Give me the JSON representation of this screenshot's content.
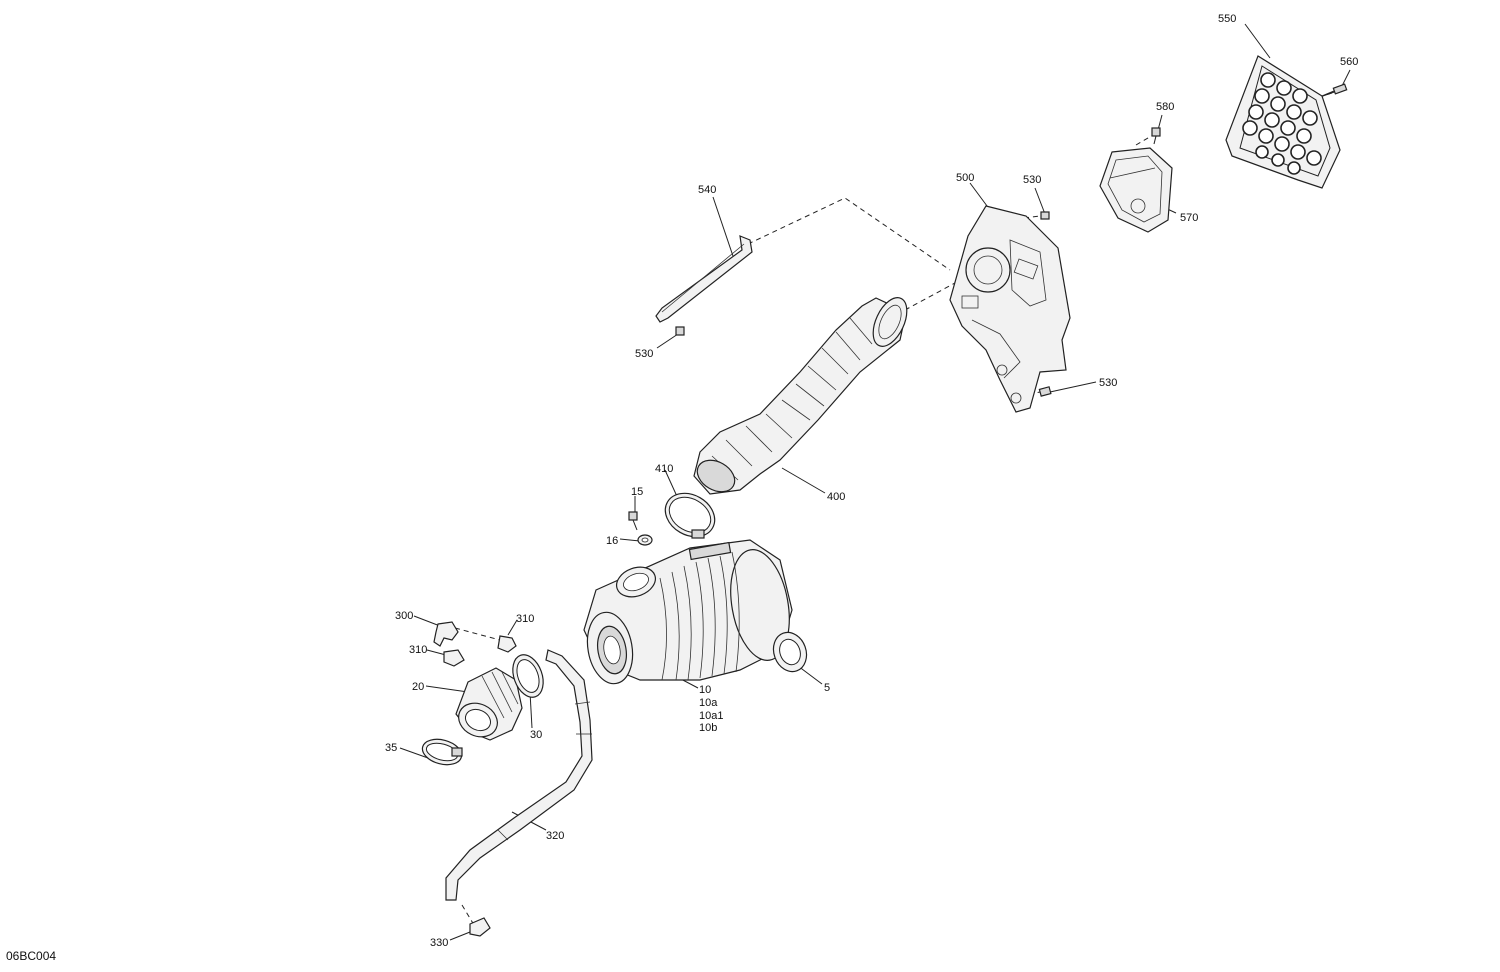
{
  "figure_id": "06BC004",
  "callouts": {
    "c550": "550",
    "c560": "560",
    "c580": "580",
    "c570": "570",
    "c500": "500",
    "c530_top": "530",
    "c540": "540",
    "c530_left": "530",
    "c530_right": "530",
    "c400": "400",
    "c410": "410",
    "c15": "15",
    "c16": "16",
    "c300": "300",
    "c310_a": "310",
    "c310_b": "310",
    "c20": "20",
    "c30": "30",
    "c35": "35",
    "c10": "10",
    "c10a": "10a",
    "c10a1": "10a1",
    "c10b": "10b",
    "c5": "5",
    "c320": "320",
    "c330": "330"
  }
}
